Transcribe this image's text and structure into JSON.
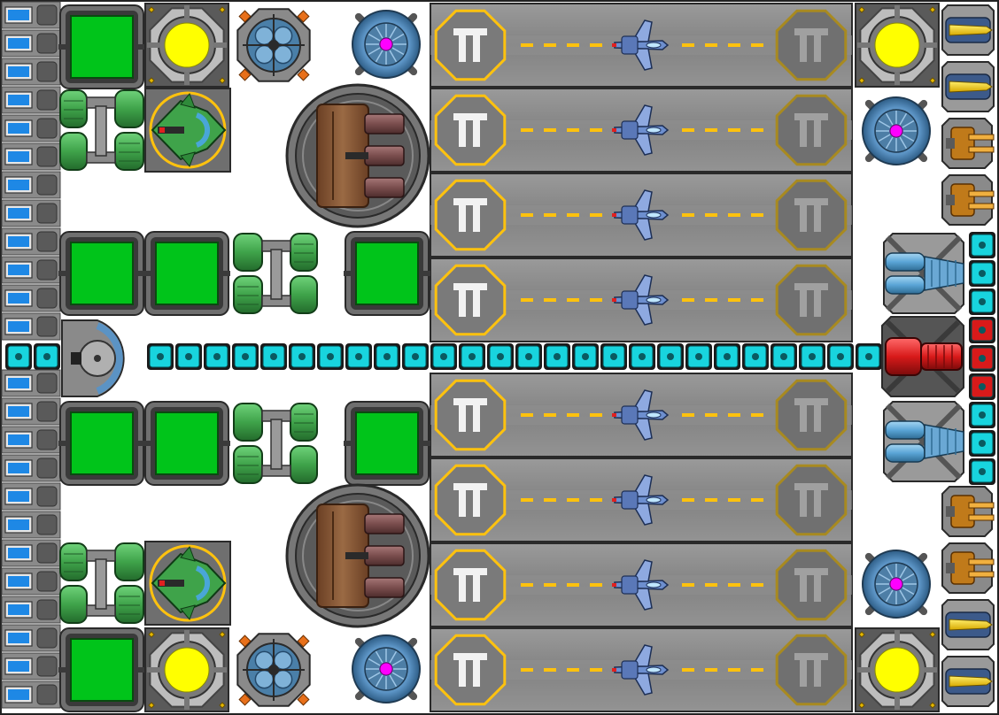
{
  "scene": {
    "name": "ship-builder-grid",
    "background": "#ffffff"
  },
  "palette": {
    "hull_dark": "#3a3a3a",
    "hull_mid": "#6f6f6f",
    "hull_light": "#a9a9a9",
    "panel_border": "#2a2a2a",
    "storage_green": "#00c41a",
    "reactor_yellow": "#ffff00",
    "shield_blue": "#5b93c4",
    "shield_core": "#ff00ff",
    "cable_cyan": "#18d4de",
    "cable_red": "#d81a1a",
    "bay_gray": "#8a8a8a",
    "bay_stripe": "#ffc20e",
    "fighter_blue": "#7f9fd8",
    "gun_orange": "#e8a12a",
    "engine_green": "#3fa34a",
    "turret_brown": "#8a5a3a",
    "battery_blue": "#1e88e5"
  },
  "parts": {
    "hangar_bays": 8,
    "cargo_blocks": 8,
    "reactors": 4,
    "shield_generators": 6,
    "cannon_turrets": 2,
    "drone_bays": 2,
    "thrusters": 4,
    "railguns": 4,
    "laser_guns": 4,
    "battery_cells": 24
  },
  "icons": {
    "hangar": "hangar-marker-icon",
    "fighter": "fighter-ship-icon",
    "reactor": "reactor-icon",
    "shield": "shield-generator-icon",
    "turret": "cannon-turret-icon",
    "cable": "power-conduit-icon"
  }
}
